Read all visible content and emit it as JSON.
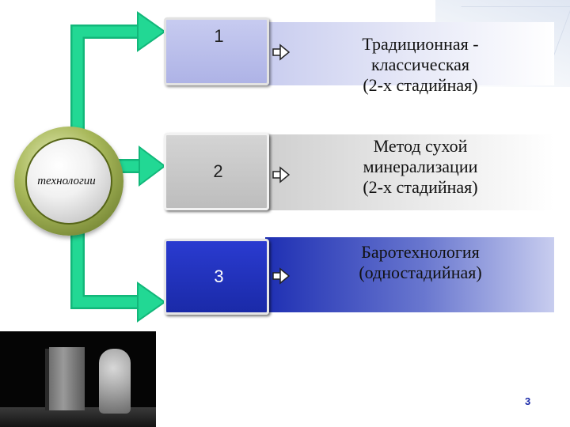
{
  "hub": {
    "label": "технологии"
  },
  "rows": [
    {
      "number": "1",
      "line1": "Традиционная -",
      "line2": "классическая",
      "line3": "(2-х стадийная)"
    },
    {
      "number": "2",
      "line1": "Метод сухой",
      "line2": "минерализации",
      "line3": "(2-х стадийная)"
    },
    {
      "number": "3",
      "line1": "Баротехнология",
      "line2": "(одностадийная)",
      "line3": ""
    }
  ],
  "page": {
    "number": "3"
  },
  "colors": {
    "connector": "#1ccf8e",
    "hub_ring": "#7d8f2e",
    "box1": "#aeb3e6",
    "box2": "#bdbdbd",
    "box3": "#1a2aa8",
    "page_number": "#1a2aa8"
  },
  "icons": {
    "connector_arrow": "right-arrow-icon",
    "row_arrow": "right-arrow-icon"
  }
}
